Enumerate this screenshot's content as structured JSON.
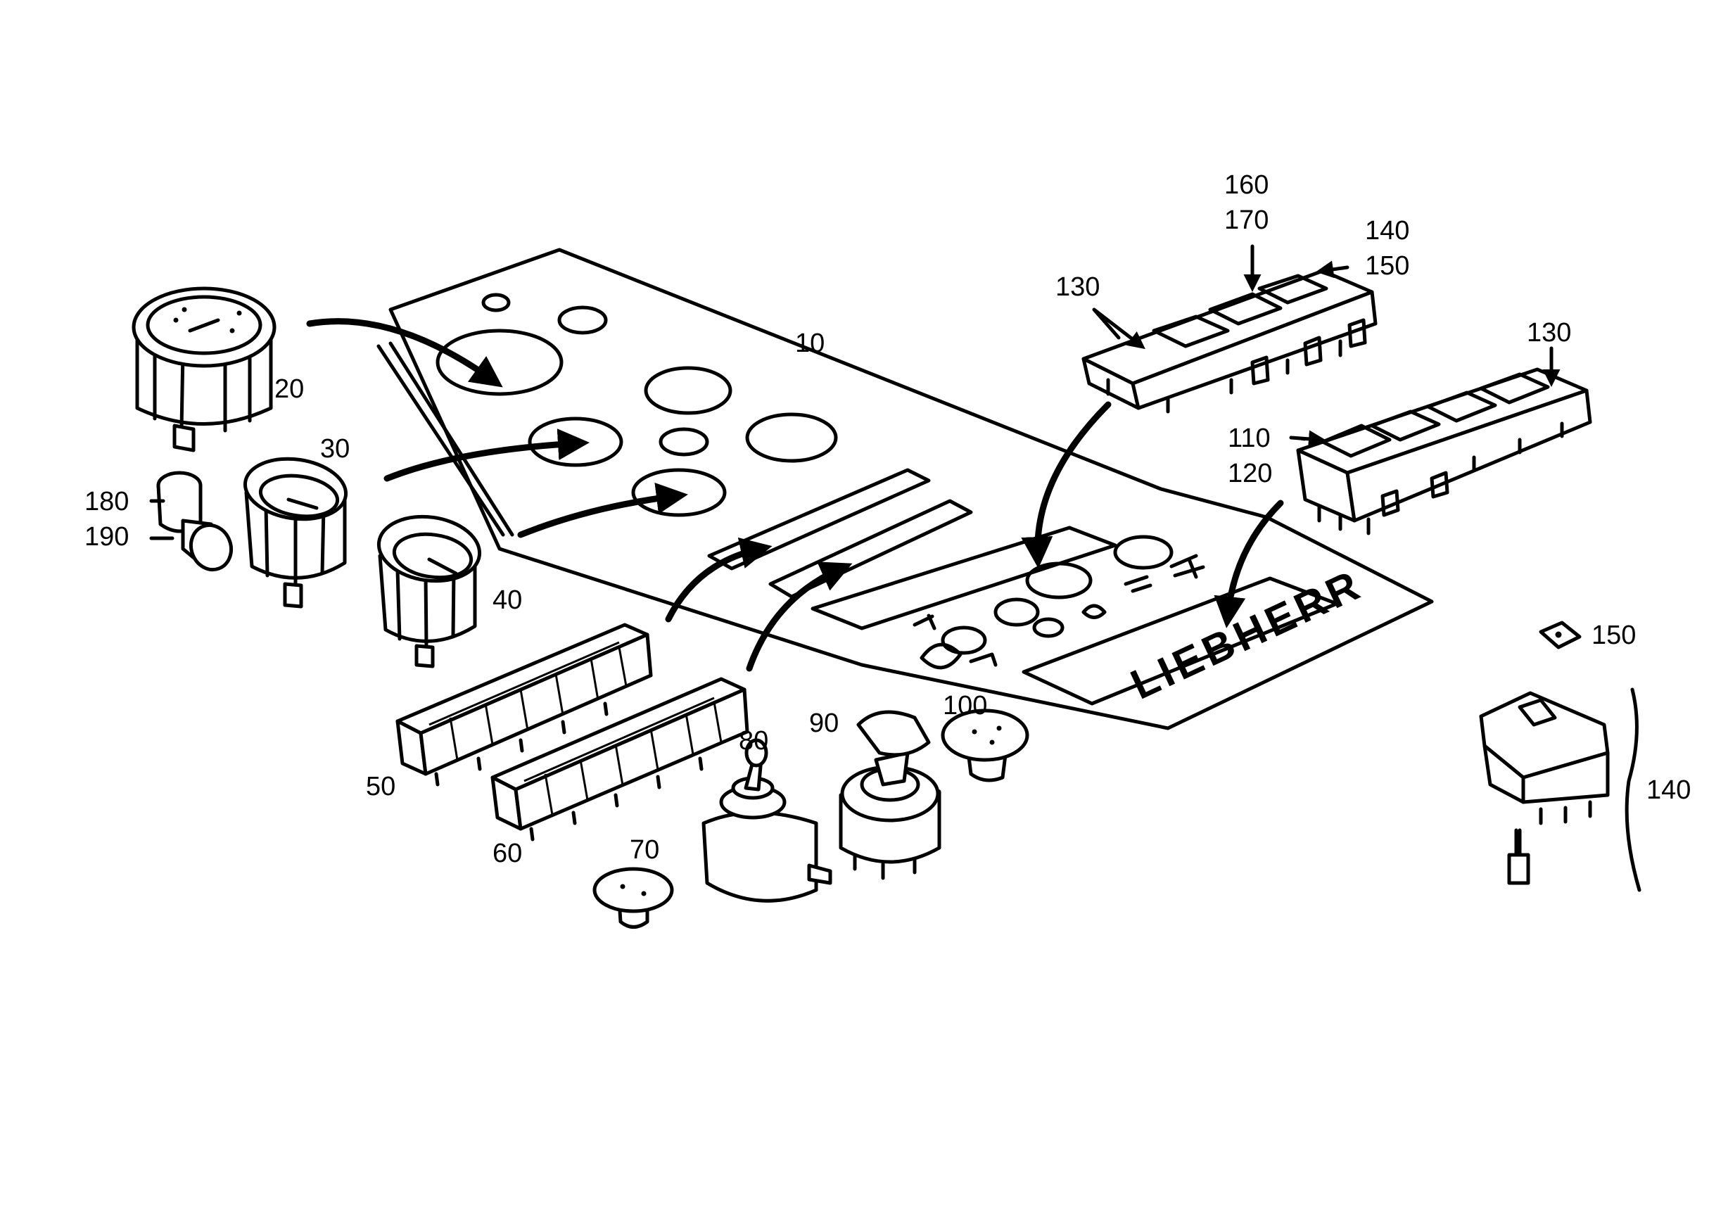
{
  "colors": {
    "ink": "#000000",
    "paper": "#ffffff"
  },
  "panel": {
    "brand": "LIEBHERR"
  },
  "callouts": {
    "p10": "10",
    "p20": "20",
    "p30": "30",
    "p40": "40",
    "p50": "50",
    "p60": "60",
    "p70": "70",
    "p80": "80",
    "p90": "90",
    "p100": "100",
    "p110": "110",
    "p120": "120",
    "p130a": "130",
    "p130b": "130",
    "p140a": "140",
    "p140b": "140",
    "p150a": "150",
    "p150b": "150",
    "p160": "160",
    "p170": "170",
    "p180": "180",
    "p190": "190"
  }
}
